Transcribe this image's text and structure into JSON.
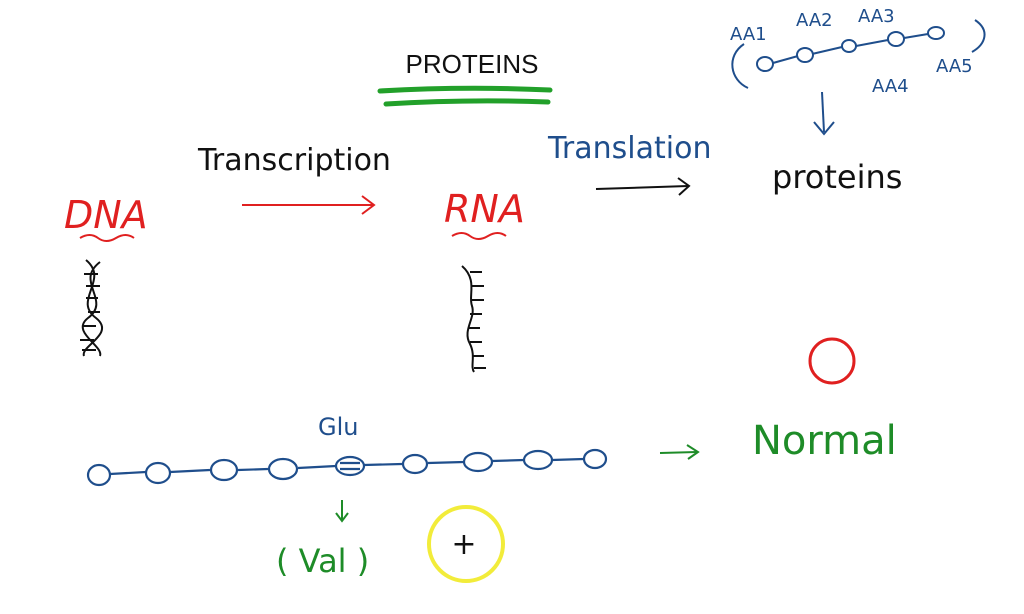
{
  "title": "PROTEINS",
  "labels": {
    "dna": "DNA",
    "rna": "RNA",
    "transcription": "Transcription",
    "translation": "Translation",
    "proteins": "proteins",
    "amino_acids": [
      "AA1",
      "AA2",
      "AA3",
      "AA4",
      "AA5"
    ],
    "glu": "Glu",
    "val": "( Val )",
    "normal": "Normal"
  },
  "cursor": "+",
  "colors": {
    "black": "#111111",
    "red": "#e02020",
    "blue": "#1f4e8c",
    "green": "#1e8c28",
    "yellow": "#f2ec3a",
    "underline_green": "#22a02a"
  }
}
